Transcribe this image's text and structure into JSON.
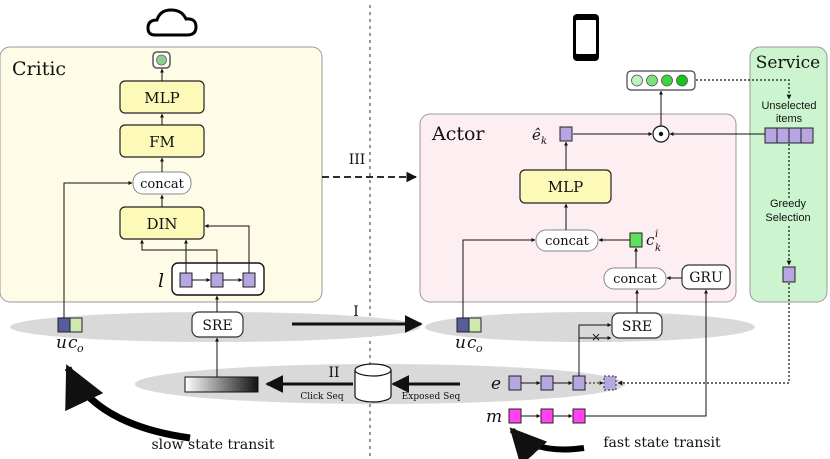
{
  "critic": {
    "title": "Critic",
    "mlp": "MLP",
    "fm": "FM",
    "concat": "concat",
    "din": "DIN",
    "l_var": "l",
    "sre": "SRE",
    "u_label": "u",
    "c_label": "c",
    "c_sub": "o"
  },
  "actor": {
    "title": "Actor",
    "ek_label": "ê",
    "ek_sub": "k",
    "mlp": "MLP",
    "concat_top": "concat",
    "ck_label": "c",
    "ck_sup": "i",
    "ck_sub": "k",
    "concat_bottom": "concat",
    "gru": "GRU",
    "sre": "SRE",
    "u_label": "u",
    "c_label": "c",
    "c_sub": "o",
    "e_label": "e",
    "m_label": "m"
  },
  "service": {
    "title": "Service",
    "unselected_1": "Unselected",
    "unselected_2": "items",
    "greedy_1": "Greedy",
    "greedy_2": "Selection"
  },
  "arrows": {
    "i": "I",
    "ii": "II",
    "iii": "III",
    "click_seq": "Click Seq",
    "exposed_seq": "Exposed Seq",
    "cross": "×"
  },
  "captions": {
    "slow": "slow state transit",
    "fast": "fast state transit"
  },
  "colors": {
    "critic_bg": "#fefbe7",
    "actor_bg": "#fdeef2",
    "service_bg": "#ccf5cf",
    "module_fill": "#fdf9b8",
    "purple": "#b7a6e2",
    "magenta": "#ff44f0",
    "green_light": "#7ee07e",
    "green_dark": "#1fcf1f",
    "band": "#d9d9d9"
  }
}
